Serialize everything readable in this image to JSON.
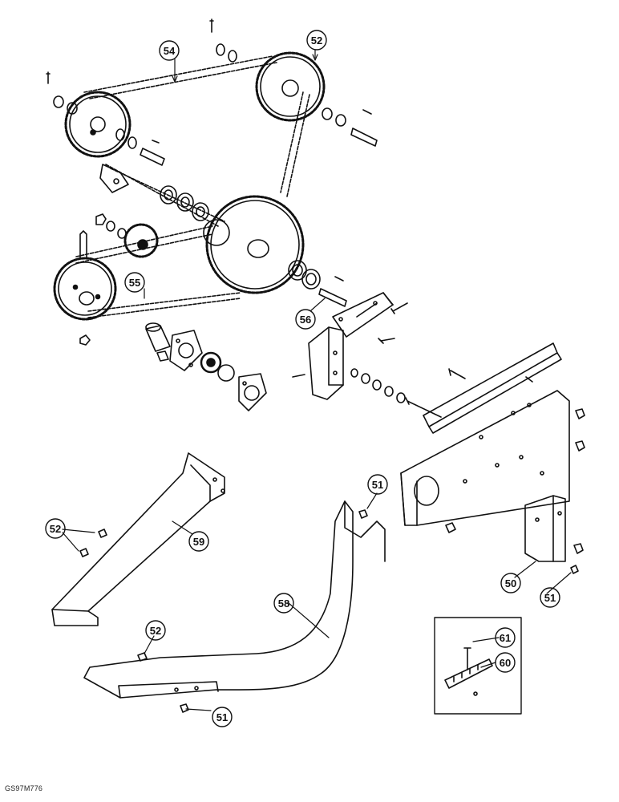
{
  "callouts": {
    "c54": "54",
    "c52_top": "52",
    "c55": "55",
    "c56": "56",
    "c51_mid": "51",
    "c52_left": "52",
    "c59": "59",
    "c58": "58",
    "c50": "50",
    "c51_right": "51",
    "c52_bottom": "52",
    "c51_bottom": "51",
    "c61": "61",
    "c60": "60"
  },
  "figure_code": "GS97M776"
}
